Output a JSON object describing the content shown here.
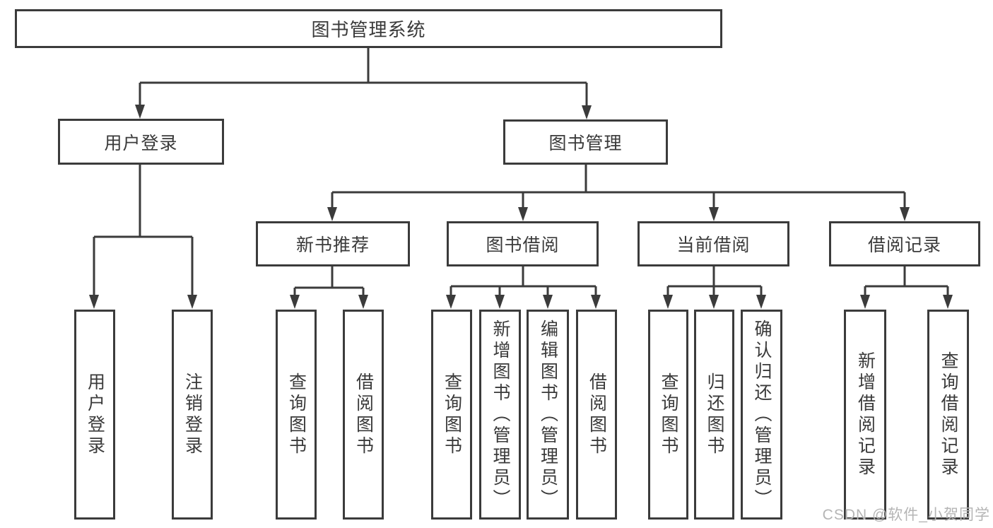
{
  "diagram": {
    "type": "tree-structure-chart",
    "colors": {
      "line": "#3b3b3b",
      "box_border": "#3b3b3b",
      "box_background": "#ffffff",
      "text": "#3a3a3a",
      "watermark": "#b5b5b5"
    },
    "watermark": "CSDN @软件_小贺同学",
    "nodes": {
      "root": "图书管理系统",
      "user_login": "用户登录",
      "book_mgmt": "图书管理",
      "new_book_rec": "新书推荐",
      "book_borrow": "图书借阅",
      "current_borrow": "当前借阅",
      "borrow_records": "借阅记录",
      "leaf_user_login": "用户登录",
      "leaf_logout": "注销登录",
      "leaf_query_book_1": "查询图书",
      "leaf_borrow_book_1": "借阅图书",
      "leaf_query_book_2": "查询图书",
      "leaf_add_book": "新增图书（管理员）",
      "leaf_edit_book": "编辑图书（管理员）",
      "leaf_borrow_book_2": "借阅图书",
      "leaf_query_book_3": "查询图书",
      "leaf_return_book": "归还图书",
      "leaf_confirm_return": "确认归还（管理员）",
      "leaf_add_record": "新增借阅记录",
      "leaf_query_record": "查询借阅记录"
    },
    "hierarchy": {
      "label": "图书管理系统",
      "children": [
        {
          "label": "用户登录",
          "children": [
            {
              "label": "用户登录"
            },
            {
              "label": "注销登录"
            }
          ]
        },
        {
          "label": "图书管理",
          "children": [
            {
              "label": "新书推荐",
              "children": [
                {
                  "label": "查询图书"
                },
                {
                  "label": "借阅图书"
                }
              ]
            },
            {
              "label": "图书借阅",
              "children": [
                {
                  "label": "查询图书"
                },
                {
                  "label": "新增图书（管理员）"
                },
                {
                  "label": "编辑图书（管理员）"
                },
                {
                  "label": "借阅图书"
                }
              ]
            },
            {
              "label": "当前借阅",
              "children": [
                {
                  "label": "查询图书"
                },
                {
                  "label": "归还图书"
                },
                {
                  "label": "确认归还（管理员）"
                }
              ]
            },
            {
              "label": "借阅记录",
              "children": [
                {
                  "label": "新增借阅记录"
                },
                {
                  "label": "查询借阅记录"
                }
              ]
            }
          ]
        }
      ]
    }
  }
}
